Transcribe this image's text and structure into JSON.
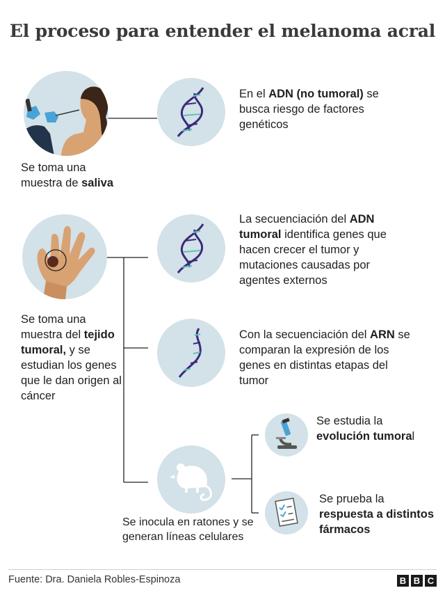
{
  "title": "El proceso para entender el melanoma acral",
  "steps": {
    "saliva": {
      "pre": "Se toma una muestra de ",
      "bold": "saliva"
    },
    "tissue": {
      "pre": "Se toma una muestra del ",
      "bold": "tejido tumoral,",
      "post": " y se estudian los genes que le dan origen al cáncer"
    },
    "mice": {
      "text": "Se inocula en ratones y se generan líneas celulares"
    }
  },
  "results": {
    "dna_normal": {
      "pre": "En el ",
      "bold": "ADN (no tumoral)",
      "post": " se busca riesgo de factores genéticos"
    },
    "dna_tumor": {
      "pre": "La secuenciación del ",
      "bold": "ADN tumoral",
      "post": " identifica genes que hacen crecer el tumor y mutaciones causadas por agentes externos"
    },
    "rna": {
      "pre": "Con la secuenciación del ",
      "bold": "ARN",
      "post": " se comparan la expresión de los genes en distintas etapas del tumor"
    },
    "evolution": {
      "pre": "Se estudia la ",
      "bold": "evolución tumora",
      "post": "l"
    },
    "drugs": {
      "pre": "Se prueba la ",
      "bold": "respuesta a distintos fármacos"
    }
  },
  "footer": {
    "source": "Fuente: Dra. Daniela Robles-Espinoza",
    "logo": [
      "B",
      "B",
      "C"
    ]
  },
  "colors": {
    "circle_bg": "#d3e1e8",
    "dna_purple": "#3b2a7a",
    "dna_teal": "#5fc3b5",
    "skin": "#d9a273",
    "glove": "#4aa3d6",
    "connector": "#222222"
  }
}
